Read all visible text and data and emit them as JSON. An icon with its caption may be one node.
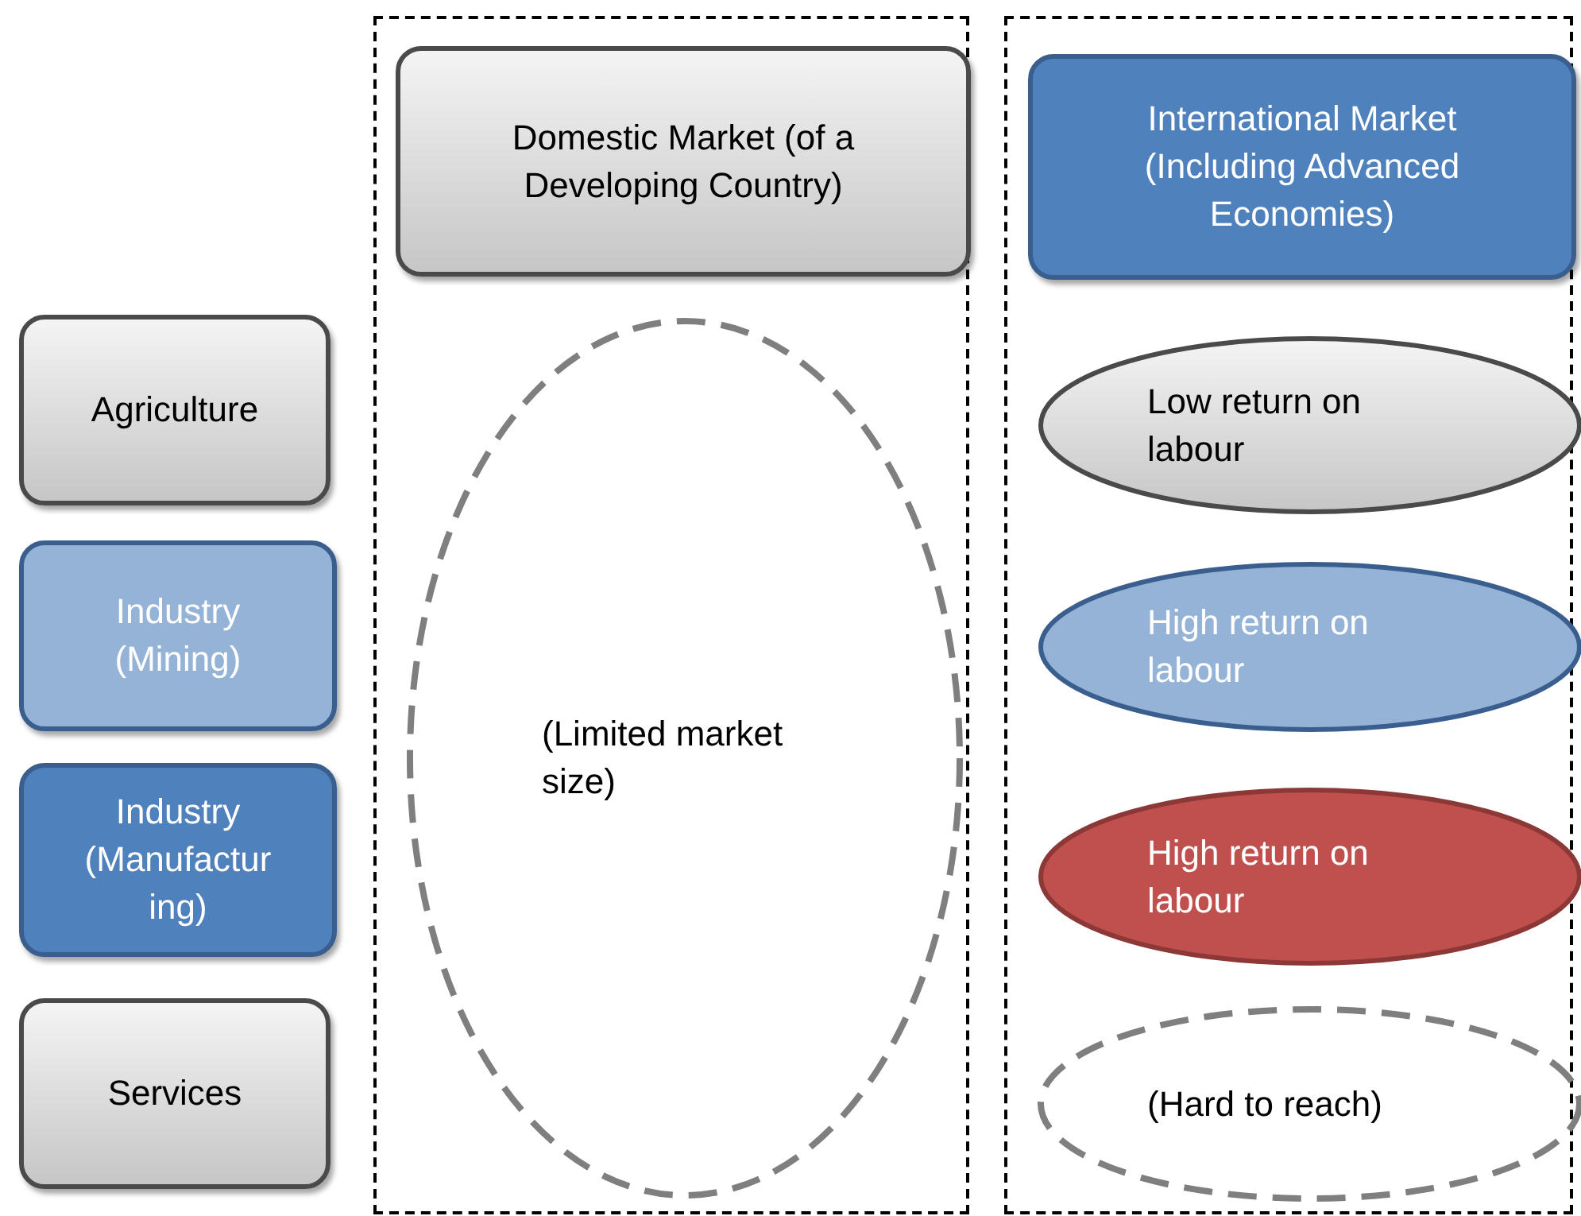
{
  "diagram": {
    "nodes": [
      {
        "text": [
          "Agriculture"
        ]
      },
      {
        "text": [
          "Industry (Mining)"
        ]
      },
      {
        "text": [
          "Industry (Manufacturing)"
        ]
      },
      {
        "text": [
          "Services"
        ]
      },
      {
        "text": [],
        "shape": "box"
      },
      {
        "text": [
          "Domestic Market (of a Developing Country)"
        ],
        "in": 4
      },
      {
        "text": [
          "(Limited market size)"
        ],
        "in": 4
      },
      {
        "text": [],
        "shape": "box"
      },
      {
        "text": [
          "International Market (Including Advanced Economies)"
        ],
        "in": 7
      },
      {
        "text": [
          "Low return on labour"
        ],
        "in": 7
      },
      {
        "text": [
          "High return on labour"
        ],
        "in": 7
      },
      {
        "text": [
          "High return on labour"
        ],
        "in": 7
      },
      {
        "text": [
          "(Hard to reach)"
        ],
        "in": 7
      }
    ]
  }
}
